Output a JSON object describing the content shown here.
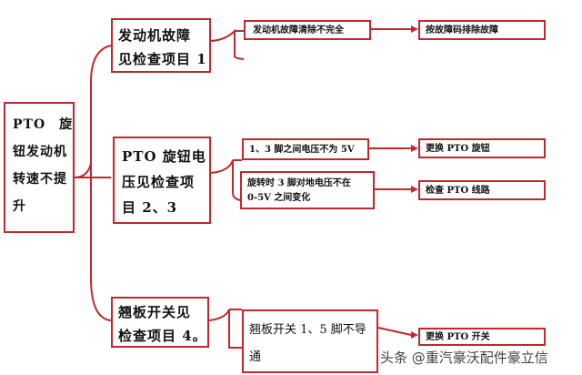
{
  "root": {
    "text": "PTO　旋\n钮发动机\n转速不提\n升"
  },
  "branches": [
    {
      "label": "发动机故障\n见检查项目 1",
      "checks": [
        {
          "condition": "发动机故障清除不完全",
          "action": "按故障码排除故障"
        }
      ]
    },
    {
      "label": "PTO 旋钮电\n压见检查项\n目 2、3",
      "checks": [
        {
          "condition": "1、3 脚之间电压不为 5V",
          "action": "更换 PTO 旋钮"
        },
        {
          "condition": "旋转时 3 脚对地电压不在\n0-5V 之间变化",
          "action": "检查 PTO 线路"
        }
      ]
    },
    {
      "label": "翘板开关见\n检查项目 4。",
      "checks": [
        {
          "condition": "翘板开关 1、5 脚不导\n通",
          "action": "更换 PTO 开关"
        }
      ]
    }
  ],
  "watermark": "头条 @重汽豪沃配件豪立信",
  "colors": {
    "line": "#c0282d",
    "border": "#c0282d"
  }
}
